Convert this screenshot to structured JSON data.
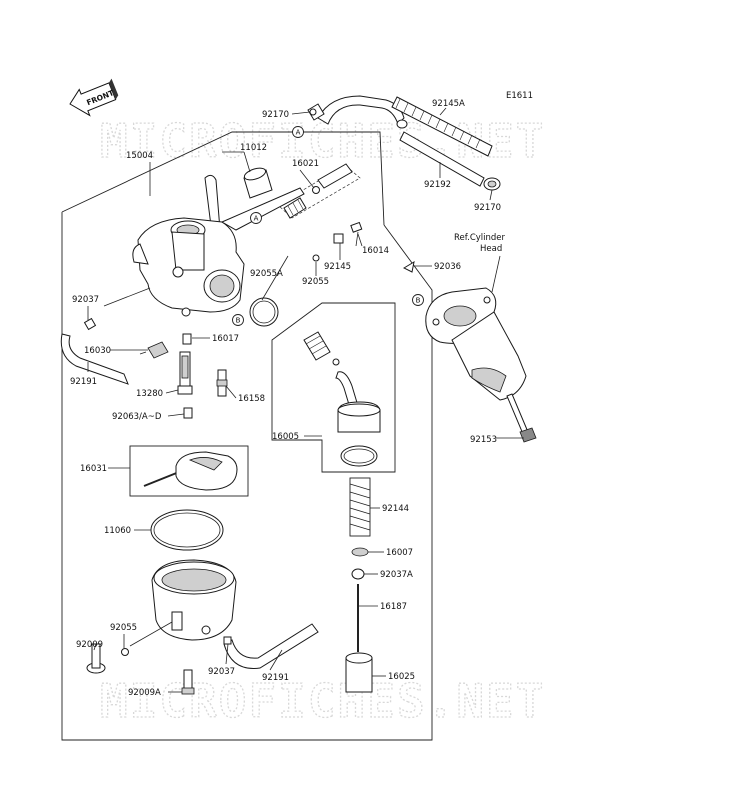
{
  "diagram_code": "E1611",
  "front_label": "FRONT",
  "watermark": "MICROFICHES.NET",
  "ref_note": {
    "line1": "Ref.Cylinder",
    "line2": "Head"
  },
  "circle_refs": [
    "A",
    "B"
  ],
  "parts": {
    "p92170_top": "92170",
    "p92145A": "92145A",
    "p11012": "11012",
    "p15004": "15004",
    "p16021": "16021",
    "p92192": "92192",
    "p92170_bottom": "92170",
    "p16014": "16014",
    "p92145": "92145",
    "p92055A": "92055A",
    "p92055_upper": "92055",
    "p92036": "92036",
    "p92037_left": "92037",
    "p16017": "16017",
    "p16030": "16030",
    "p92191_left": "92191",
    "p13280": "13280",
    "p16158": "16158",
    "p92063": "92063/A~D",
    "p16005": "16005",
    "p92153": "92153",
    "p16031": "16031",
    "p92144": "92144",
    "p11060": "11060",
    "p16007": "16007",
    "p92037A": "92037A",
    "p16187": "16187",
    "p92055_lower": "92055",
    "p92009": "92009",
    "p92037_lower": "92037",
    "p92191_lower": "92191",
    "p16025": "16025",
    "p92009A": "92009A"
  }
}
